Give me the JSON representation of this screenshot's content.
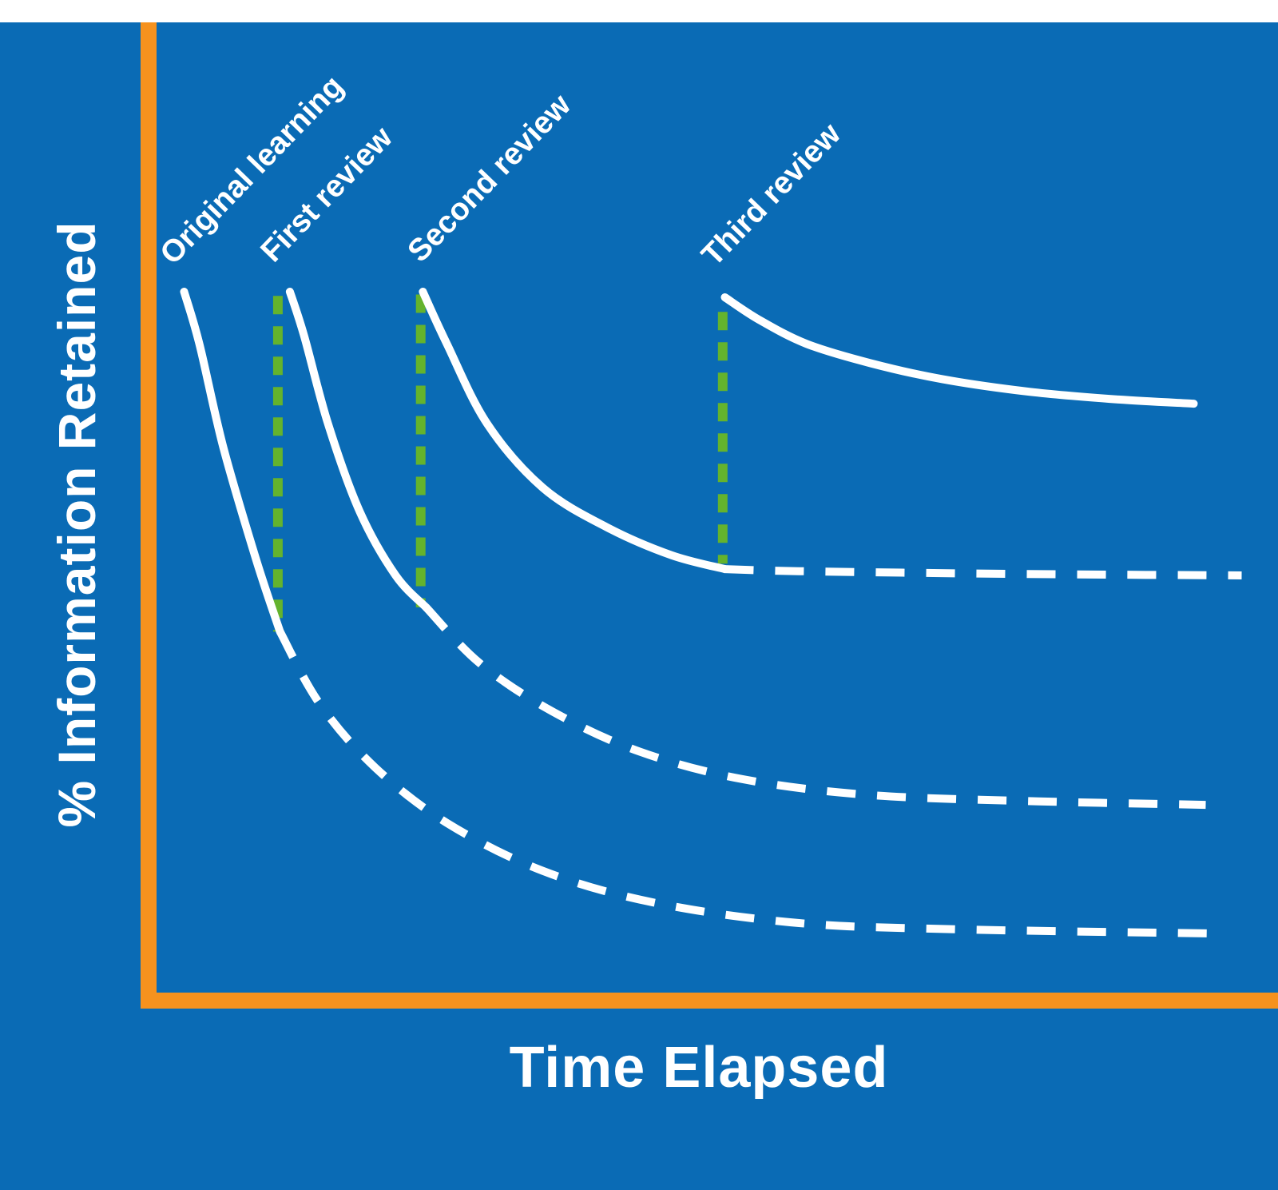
{
  "colors": {
    "background": "#0a6bb5",
    "top_margin": "#ffffff",
    "axis": "#f6921e",
    "curve": "#ffffff",
    "review_marker": "#64b32d",
    "text": "#ffffff"
  },
  "chart_data": {
    "type": "line",
    "title": "",
    "xlabel": "Time Elapsed",
    "ylabel": "% Information Retained",
    "x_range": [
      0,
      100
    ],
    "y_range": [
      0,
      100
    ],
    "grid": false,
    "legend": "curve-start labels, rotated 45 degrees",
    "series": [
      {
        "name": "Original learning",
        "style": "solid-then-dashed",
        "solid": [
          [
            2.6,
            100
          ],
          [
            4.0,
            92.5
          ],
          [
            6.2,
            77.6
          ],
          [
            9.2,
            61.5
          ],
          [
            11.4,
            51.1
          ]
        ],
        "dashed": [
          [
            11.4,
            51.1
          ],
          [
            15.0,
            40.8
          ],
          [
            20.1,
            31.6
          ],
          [
            26.7,
            23.6
          ],
          [
            35.5,
            16.7
          ],
          [
            45.8,
            12.1
          ],
          [
            59.0,
            9.2
          ],
          [
            73.6,
            8.3
          ],
          [
            96.7,
            7.7
          ]
        ]
      },
      {
        "name": "First review",
        "style": "solid-then-dashed",
        "solid": [
          [
            12.3,
            100
          ],
          [
            13.6,
            93.7
          ],
          [
            15.8,
            81.0
          ],
          [
            18.7,
            68.4
          ],
          [
            22.0,
            59.2
          ],
          [
            24.8,
            54.6
          ]
        ],
        "dashed": [
          [
            24.8,
            54.6
          ],
          [
            29.7,
            46.6
          ],
          [
            36.3,
            39.7
          ],
          [
            44.3,
            33.9
          ],
          [
            53.8,
            29.9
          ],
          [
            65.6,
            27.6
          ],
          [
            81.0,
            26.7
          ],
          [
            96.3,
            26.2
          ]
        ]
      },
      {
        "name": "Second review",
        "style": "solid-then-dashed",
        "solid": [
          [
            24.5,
            100
          ],
          [
            26.7,
            92.5
          ],
          [
            30.4,
            81.0
          ],
          [
            35.5,
            71.8
          ],
          [
            41.4,
            66.1
          ],
          [
            47.3,
            62.1
          ],
          [
            52.2,
            60.1
          ]
        ],
        "dashed": [
          [
            52.2,
            60.1
          ],
          [
            59.0,
            59.8
          ],
          [
            73.6,
            59.5
          ],
          [
            88.3,
            59.3
          ],
          [
            99.6,
            59.2
          ]
        ]
      },
      {
        "name": "Third review",
        "style": "solid",
        "solid": [
          [
            52.2,
            99.2
          ],
          [
            55.3,
            96.0
          ],
          [
            59.7,
            92.5
          ],
          [
            65.6,
            89.7
          ],
          [
            72.2,
            87.4
          ],
          [
            80.2,
            85.6
          ],
          [
            88.3,
            84.5
          ],
          [
            95.2,
            83.9
          ]
        ],
        "dashed": []
      }
    ],
    "review_markers": [
      {
        "x": 11.2,
        "y_bottom": 51.1,
        "y_top": 99.4
      },
      {
        "x": 24.3,
        "y_bottom": 54.6,
        "y_top": 99.6
      },
      {
        "x": 52.0,
        "y_bottom": 60.9,
        "y_top": 97.1
      }
    ]
  }
}
